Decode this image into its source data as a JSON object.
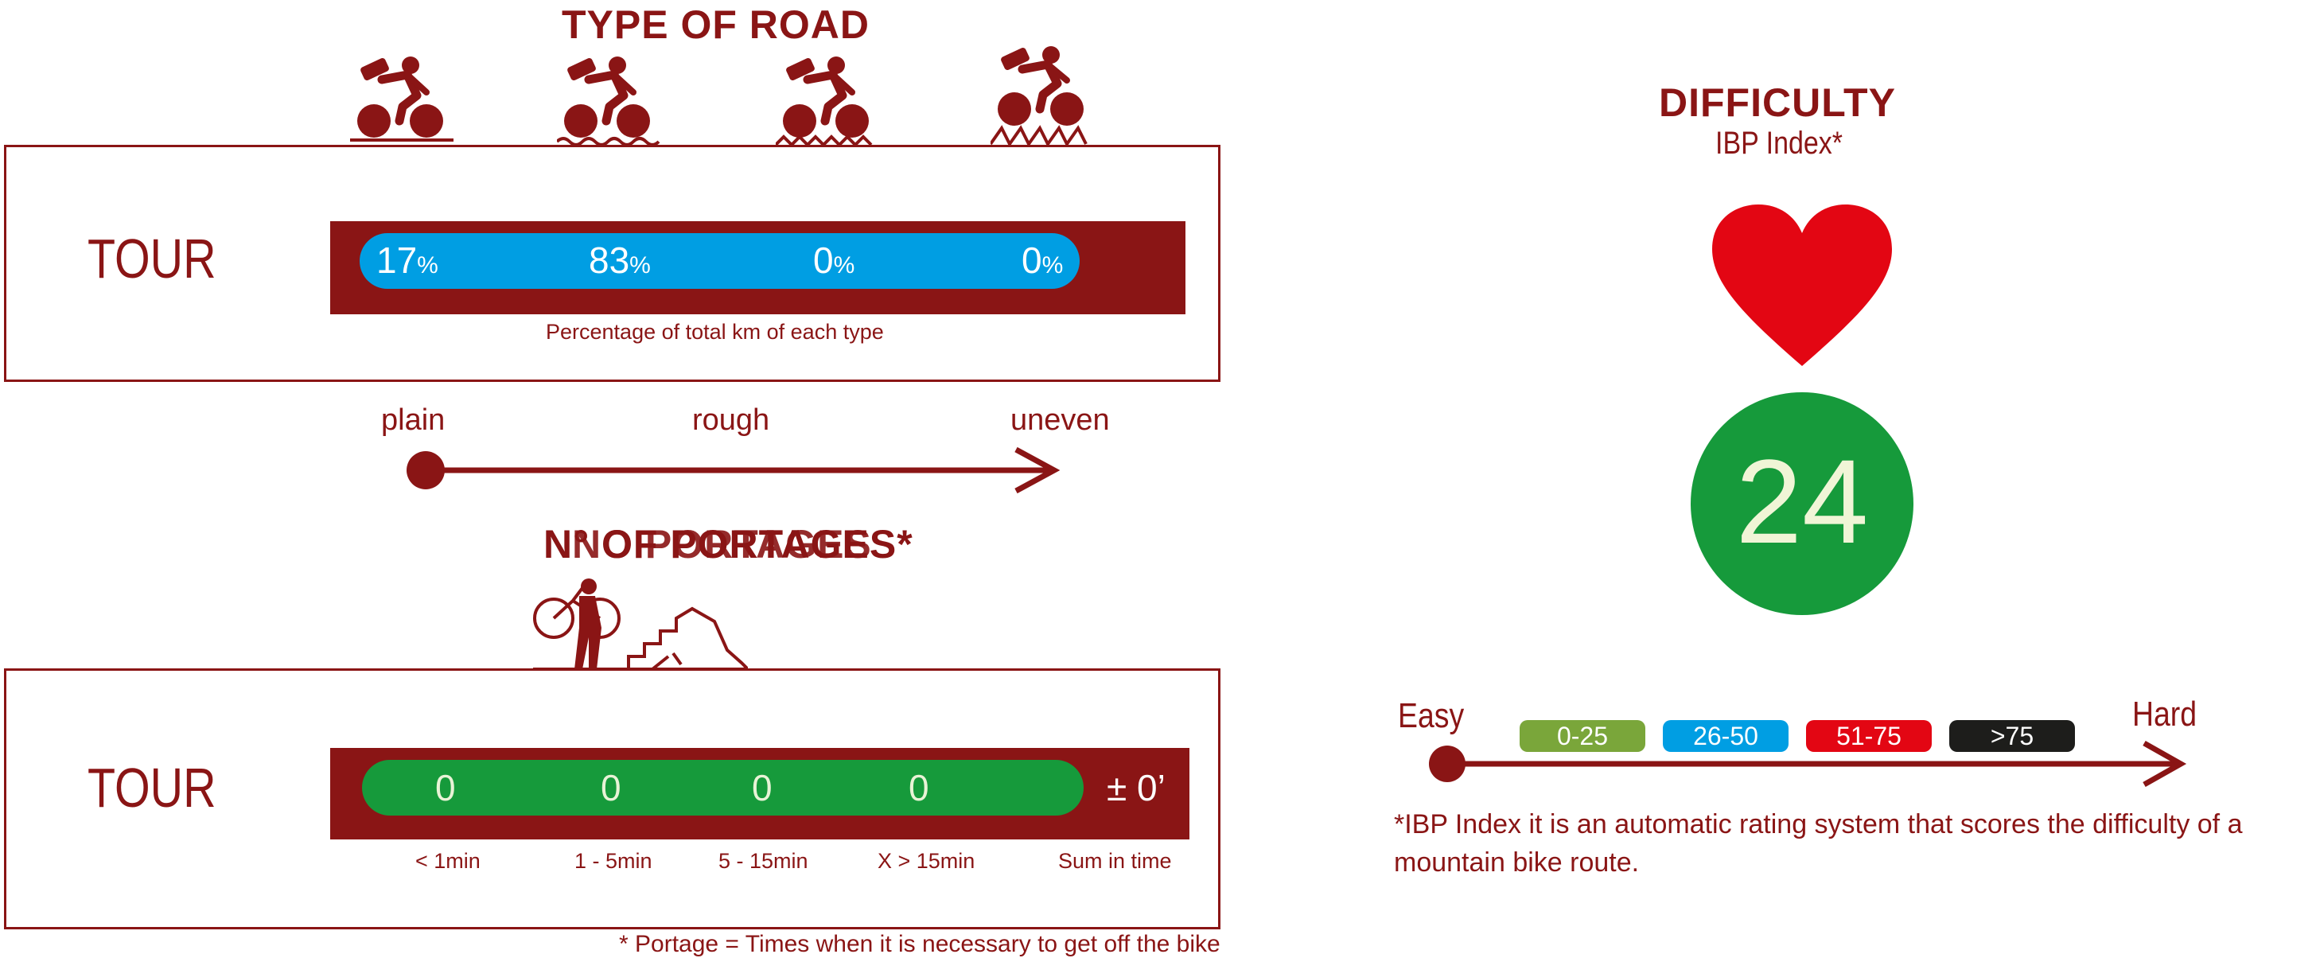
{
  "road": {
    "title": "TYPE OF ROAD",
    "tour_label": "TOUR",
    "percent_sign": "%",
    "values": [
      {
        "value": "17",
        "icon": "cyclist-flat-road-icon"
      },
      {
        "value": "83",
        "icon": "cyclist-rough-road-icon"
      },
      {
        "value": "0",
        "icon": "cyclist-bumpy-road-icon"
      },
      {
        "value": "0",
        "icon": "cyclist-uneven-road-icon"
      }
    ],
    "caption": "Percentage of total km of each type",
    "scale": {
      "left": "plain",
      "middle": "rough",
      "right": "uneven"
    },
    "bar_color": "#8a1515",
    "pill_color": "#009ee3"
  },
  "portages": {
    "title_a": "N° OF PORTAGES*",
    "title_b": "NO PORTAGES",
    "tour_label": "TOUR",
    "values": [
      "0",
      "0",
      "0",
      "0"
    ],
    "sum": "± 0’",
    "columns": [
      "< 1min",
      "1 - 5min",
      "5 - 15min",
      "X > 15min",
      "Sum in time"
    ],
    "footnote": "* Portage = Times when it is necessary to get off the bike",
    "pill_color": "#169a3b"
  },
  "difficulty": {
    "title": "DIFFICULTY",
    "subtitle": "IBP Index*",
    "score": "24",
    "score_color": "#169a3b",
    "heart_color": "#e30613",
    "scale_left": "Easy",
    "scale_right": "Hard",
    "ranges": [
      {
        "label": "0-25",
        "color": "#7aa63a"
      },
      {
        "label": "26-50",
        "color": "#009ee3"
      },
      {
        "label": "51-75",
        "color": "#e30613"
      },
      {
        "label": ">75",
        "color": "#1d1d1b"
      }
    ],
    "note": "*IBP Index it is an automatic rating system that scores the difficulty of a mountain bike route."
  }
}
